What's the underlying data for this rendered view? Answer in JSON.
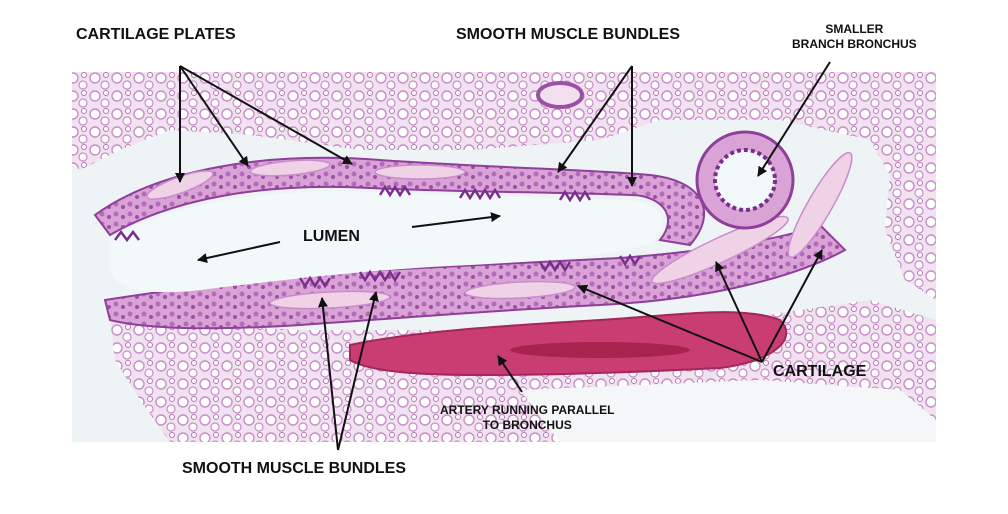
{
  "image": {
    "subject": "lung tissue section, H&E stain",
    "colors": {
      "background": "#ffffff",
      "slide": "#eef3f5",
      "tissue_light": "#e8bfe0",
      "tissue_mid": "#c98ccb",
      "tissue_dark": "#8e3f9a",
      "cartilage": "#f0d2e6",
      "artery": "#c93d72",
      "arrow": "#111111"
    }
  },
  "labels": {
    "cartilage_plates": "CARTILAGE PLATES",
    "smooth_muscle_top": "SMOOTH MUSCLE BUNDLES",
    "smaller_branch_line1": "SMALLER",
    "smaller_branch_line2": "BRANCH BRONCHUS",
    "lumen": "LUMEN",
    "cartilage": "CARTILAGE",
    "artery_line1": "ARTERY RUNNING PARALLEL",
    "artery_line2": "TO BRONCHUS",
    "smooth_muscle_bottom": "SMOOTH MUSCLE BUNDLES"
  }
}
